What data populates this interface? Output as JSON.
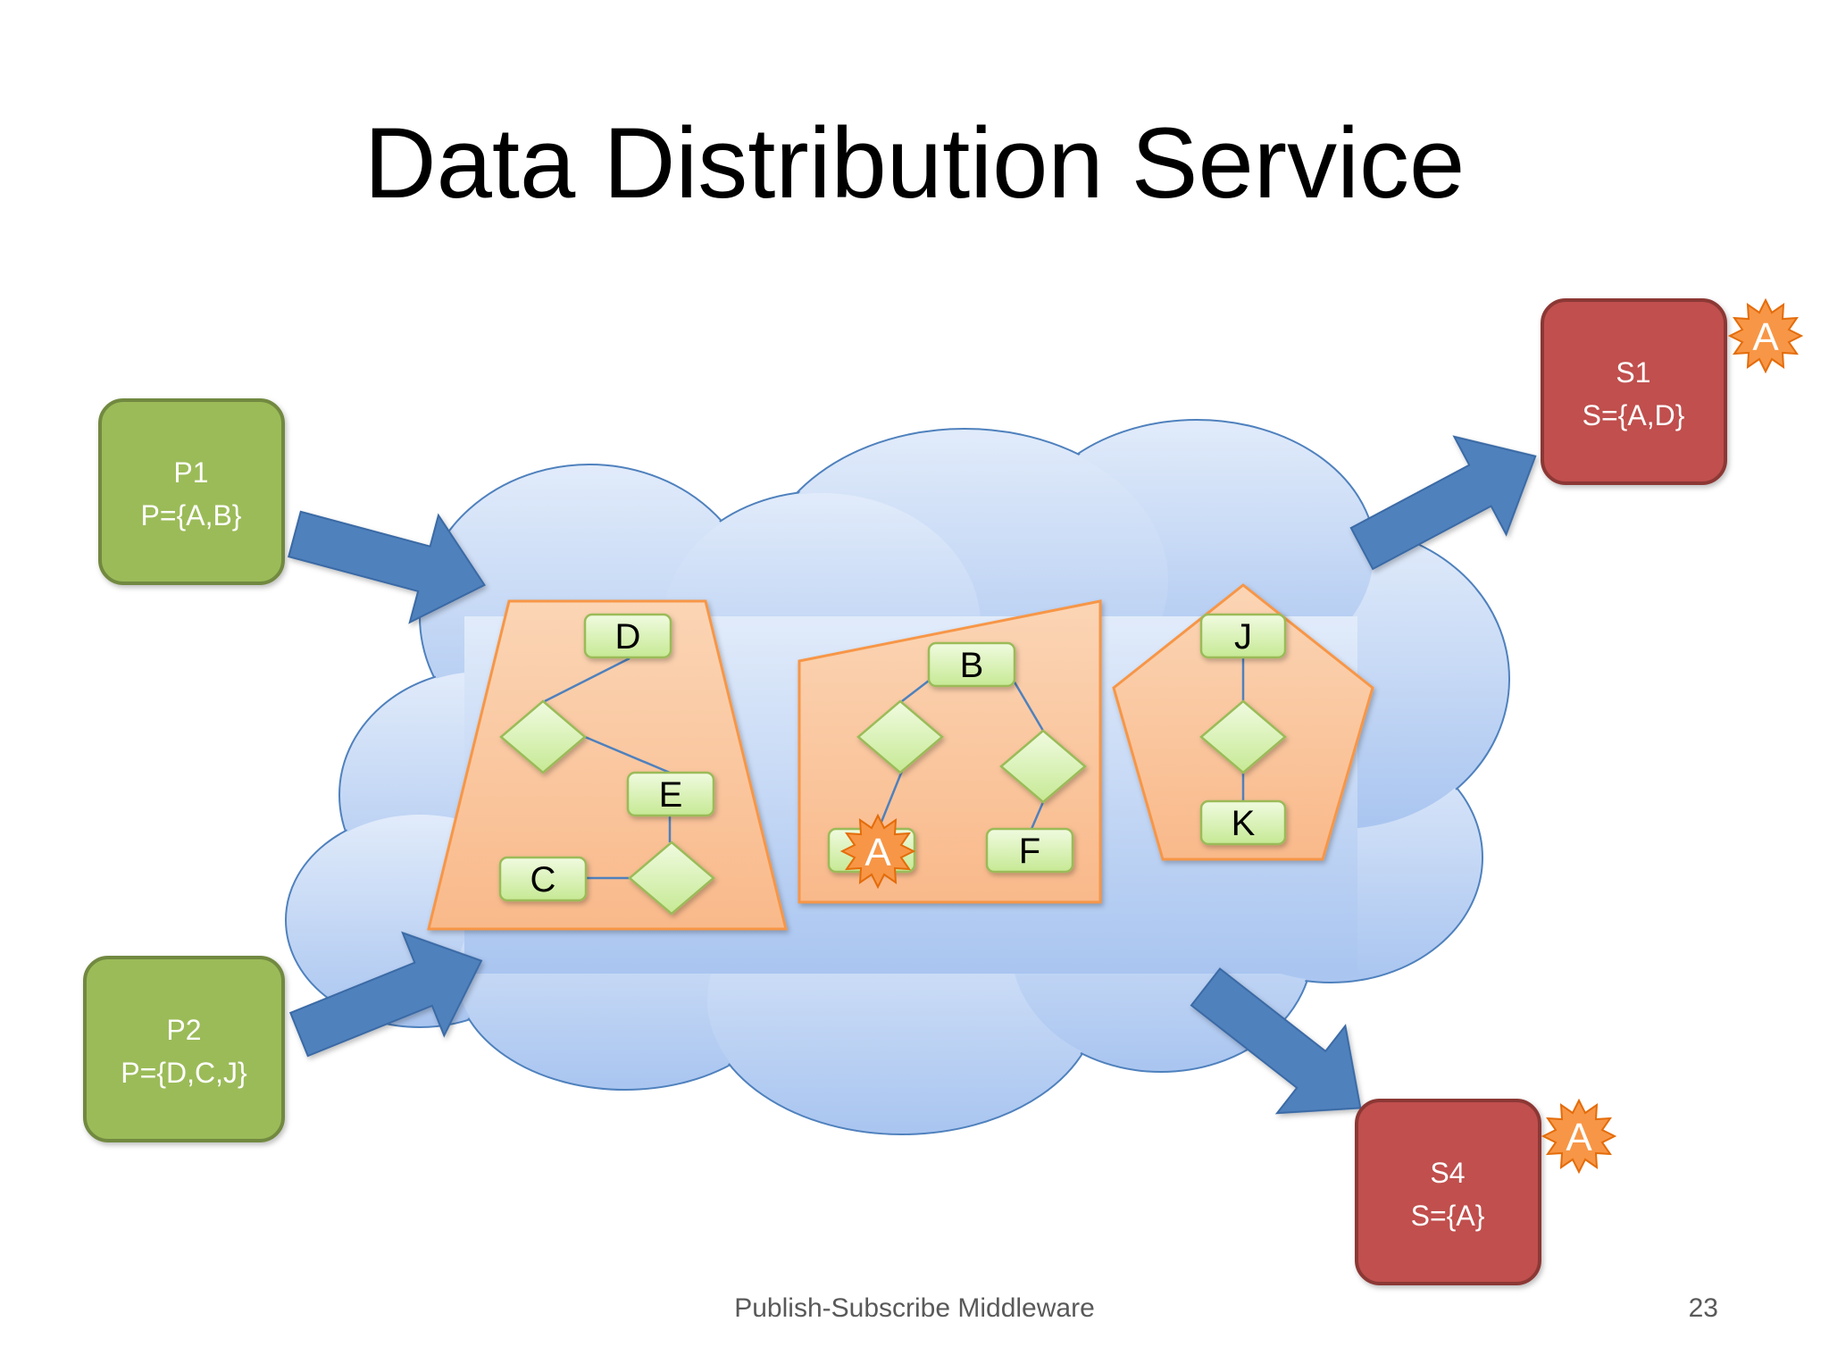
{
  "slide": {
    "title": "Data Distribution Service",
    "footer": "Publish-Subscribe Middleware",
    "page_number": "23"
  },
  "publishers": [
    {
      "name": "P1",
      "set": "P={A,B}"
    },
    {
      "name": "P2",
      "set": "P={D,C,J}"
    }
  ],
  "subscribers": [
    {
      "name": "S1",
      "set": "S={A,D}",
      "event": "A"
    },
    {
      "name": "S4",
      "set": "S={A}",
      "event": "A"
    }
  ],
  "domains": [
    {
      "nodes": [
        "D",
        "E",
        "C"
      ]
    },
    {
      "nodes": [
        "B",
        "A",
        "F"
      ]
    },
    {
      "nodes": [
        "J",
        "K"
      ]
    }
  ],
  "colors": {
    "publisher": "#9bbb59",
    "subscriber": "#c0504d",
    "arrow": "#4f81bd",
    "cloud": "#c6d9f1",
    "domain": "#fbd5b5",
    "node": "#d7f2b0",
    "burst": "#f79646"
  }
}
